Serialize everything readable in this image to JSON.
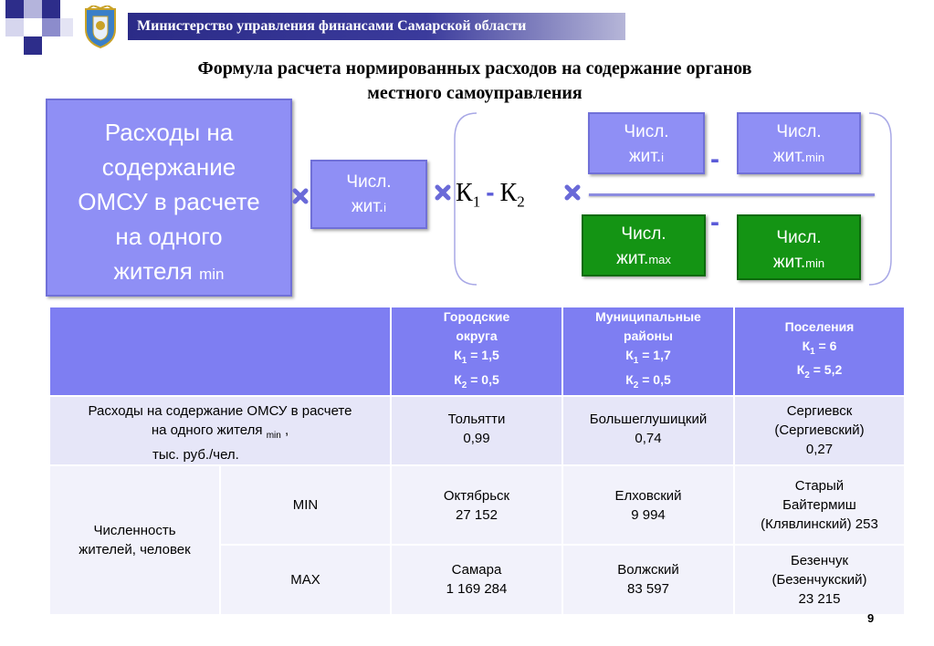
{
  "header": {
    "org_name": "Министерство управления финансами Самарской области"
  },
  "title": {
    "line1": "Формула расчета нормированных расходов на содержание органов",
    "line2": "местного самоуправления"
  },
  "formula": {
    "expenses_box": {
      "line1": "Расходы на",
      "line2": "содержание",
      "line3": "ОМСУ в расчете",
      "line4": "на одного",
      "line5": "жителя",
      "sub": "min"
    },
    "pop_i": {
      "line1": "Числ.",
      "line2": "жит.",
      "sub": "i"
    },
    "k1": "К",
    "k1_sub": "1",
    "k2": "К",
    "k2_sub": "2",
    "numerator_left": {
      "line1": "Числ.",
      "line2": "жит.",
      "sub": "i"
    },
    "numerator_right": {
      "line1": "Числ.",
      "line2": "жит.",
      "sub": "min"
    },
    "denominator_left": {
      "line1": "Числ.",
      "line2": "жит.",
      "sub": "max"
    },
    "denominator_right": {
      "line1": "Числ.",
      "line2": "жит.",
      "sub": "min"
    },
    "colors": {
      "purple": "#8f8ff5",
      "green": "#149414",
      "accent": "#5a5ad8"
    }
  },
  "table": {
    "columns": [
      {
        "l1": "Городские",
        "l2": "округа",
        "k1": "К",
        "k1_sub": "1",
        "k1_val": " = 1,5",
        "k2": "К",
        "k2_sub": "2",
        "k2_val": " = 0,5"
      },
      {
        "l1": "Муниципальные",
        "l2": "районы",
        "k1": "К",
        "k1_sub": "1",
        "k1_val": " = 1,7",
        "k2": "К",
        "k2_sub": "2",
        "k2_val": " = 0,5"
      },
      {
        "l1": "Поселения",
        "l2": "",
        "k1": "К",
        "k1_sub": "1",
        "k1_val": " = 6",
        "k2": "К",
        "k2_sub": "2",
        "k2_val": " = 5,2"
      }
    ],
    "expenses_row": {
      "label_l1": "Расходы на содержание ОМСУ в расчете",
      "label_l2": "на одного жителя",
      "label_sub": "min",
      "label_comma": " ,",
      "label_l3": "тыс. руб./чел.",
      "cells": [
        {
          "name": "Тольятти",
          "name2": "",
          "value": "0,99"
        },
        {
          "name": "Большеглушицкий",
          "name2": "",
          "value": "0,74"
        },
        {
          "name": "Сергиевск",
          "name2": "(Сергиевский)",
          "value": "0,27"
        }
      ]
    },
    "population": {
      "label_l1": "Численность",
      "label_l2": "жителей, человек",
      "min_label": "MIN",
      "max_label": "MAX",
      "min_cells": [
        {
          "l1": "Октябрьск",
          "l2": "27 152",
          "l3": ""
        },
        {
          "l1": "Елховский",
          "l2": "9 994",
          "l3": ""
        },
        {
          "l1": "Старый",
          "l2": "Байтермиш",
          "l3": "(Клявлинский) 253"
        }
      ],
      "max_cells": [
        {
          "l1": "Самара",
          "l2": "1 169 284",
          "l3": ""
        },
        {
          "l1": "Волжский",
          "l2": "83 597",
          "l3": ""
        },
        {
          "l1": "Безенчук",
          "l2": "(Безенчукский)",
          "l3": "23 215"
        }
      ]
    }
  },
  "page_number": "9"
}
